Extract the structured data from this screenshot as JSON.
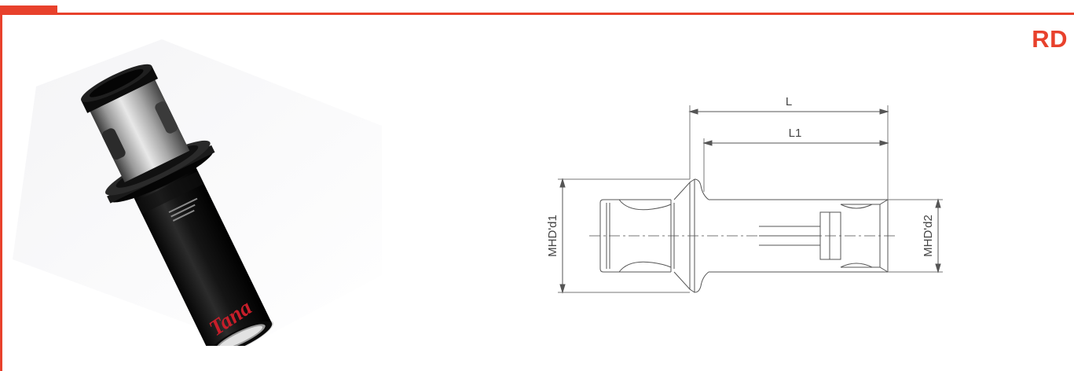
{
  "product": {
    "code": "RD",
    "brand_mark": "Tana"
  },
  "drawing": {
    "dims": {
      "total_length": "L",
      "shank_length": "L1",
      "left_diameter": "MHD'd1",
      "right_diameter": "MHD'd2"
    }
  },
  "colors": {
    "accent": "#e8412c",
    "line": "#555555"
  }
}
